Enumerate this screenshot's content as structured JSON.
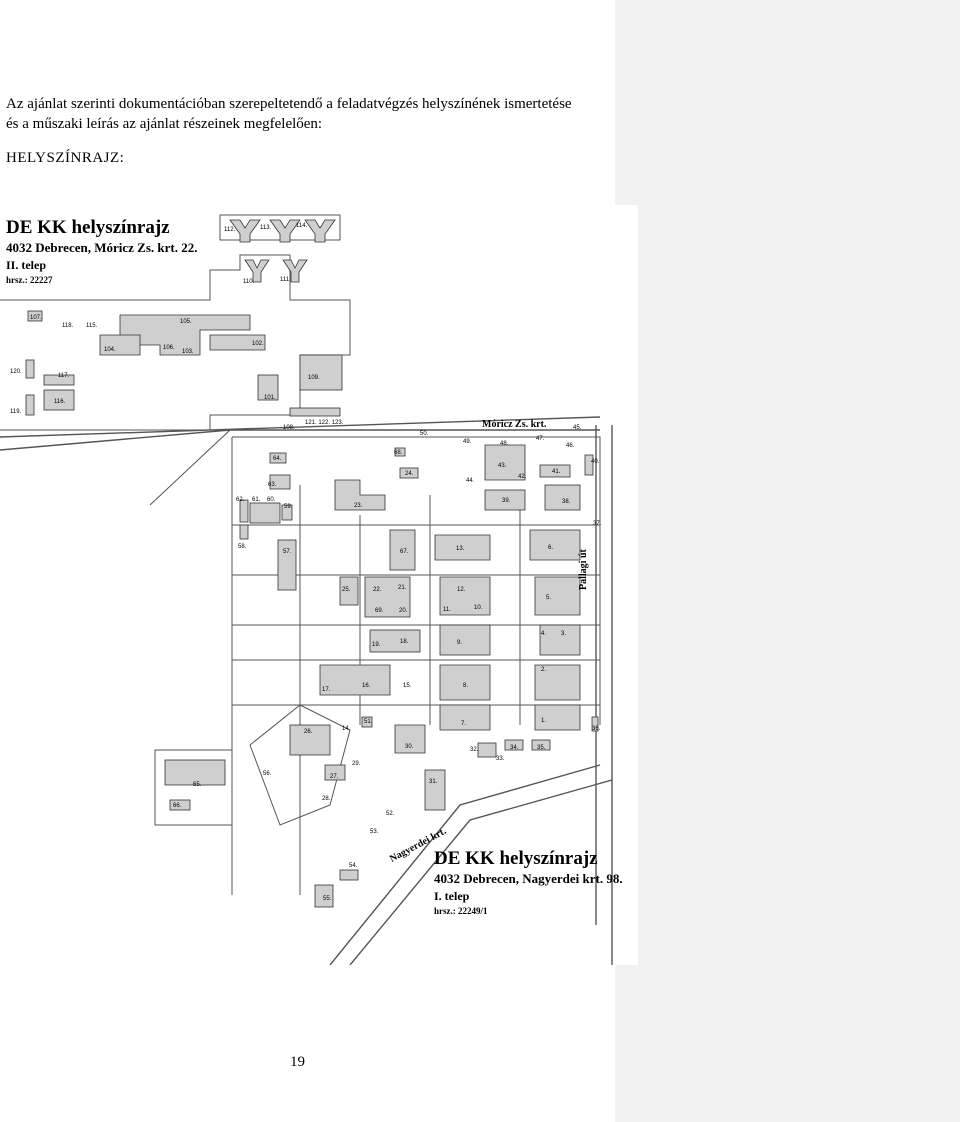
{
  "intro": {
    "line1": "Az ajánlat szerinti dokumentációban szerepeltetendő a feladatvégzés helyszínének ismertetése",
    "line2": "és a műszaki leírás az ajánlat részeinek megfelelően:"
  },
  "heading": "HELYSZÍNRAJZ:",
  "map": {
    "site2": {
      "name": "DE KK helyszínrajz",
      "address": "4032 Debrecen, Móricz Zs. krt. 22.",
      "telep": "II. telep",
      "hrsz": "hrsz.: 22227"
    },
    "site1": {
      "name": "DE KK helyszínrajz",
      "address": "4032 Debrecen, Nagyerdei krt. 98.",
      "telep": "I. telep",
      "hrsz": "hrsz.: 22249/1"
    },
    "streets": {
      "moricz": "Móricz Zs. krt.",
      "pallagi": "Pallagi út",
      "nagyerdei": "Nagyerdei krt."
    },
    "building_labels": [
      "112.",
      "113.",
      "114.",
      "110.",
      "111.",
      "107.",
      "118.",
      "115.",
      "105.",
      "104.",
      "106.",
      "103.",
      "102.",
      "120.",
      "117.",
      "109.",
      "116.",
      "101.",
      "119.",
      "108.",
      "121. 122. 123.",
      "50.",
      "49.",
      "48.",
      "47.",
      "45.",
      "46.",
      "68.",
      "40.",
      "64.",
      "43.",
      "24.",
      "41.",
      "42.",
      "44.",
      "63.",
      "39.",
      "38.",
      "62.",
      "61.",
      "60.",
      "59.",
      "23.",
      "37.",
      "58.",
      "57.",
      "67.",
      "13.",
      "6.",
      "25.",
      "22.",
      "21.",
      "12.",
      "5.",
      "69.",
      "20.",
      "11.",
      "10.",
      "19.",
      "18.",
      "9.",
      "4.",
      "3.",
      "2.",
      "17.",
      "16.",
      "15.",
      "8.",
      "14.",
      "51.",
      "7.",
      "1.",
      "26.",
      "36.",
      "30.",
      "32.",
      "34.",
      "35.",
      "33.",
      "65.",
      "56.",
      "27.",
      "29.",
      "31.",
      "66.",
      "28.",
      "52.",
      "53.",
      "54.",
      "55."
    ]
  },
  "page_number": "19"
}
